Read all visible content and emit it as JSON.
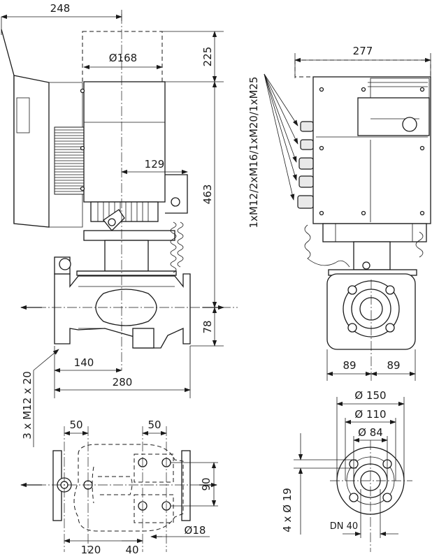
{
  "side_view": {
    "width_overall": "248",
    "motor_diameter": "Ø168",
    "top_clearance": "225",
    "total_height": "463",
    "terminal_offset": "129",
    "axis_height": "78",
    "half_length": "140",
    "port_to_port": "280",
    "flange_bolts": "3 x M12 x 20"
  },
  "front_view": {
    "width": "277",
    "cable_glands": "1xM12/2xM16/1xM20/1xM25",
    "half_left": "89",
    "half_right": "89"
  },
  "plan_view": {
    "bolt_spacing_left": "50",
    "bolt_spacing_right": "50",
    "bolt_row_distance": "90",
    "hole_diameter": "Ø18",
    "dist_120": "120",
    "dist_40": "40"
  },
  "flange_view": {
    "outer_diameter": "Ø 150",
    "bolt_circle": "Ø 110",
    "raised_face": "Ø 84",
    "holes": "4 x Ø 19",
    "nominal": "DN 40"
  }
}
